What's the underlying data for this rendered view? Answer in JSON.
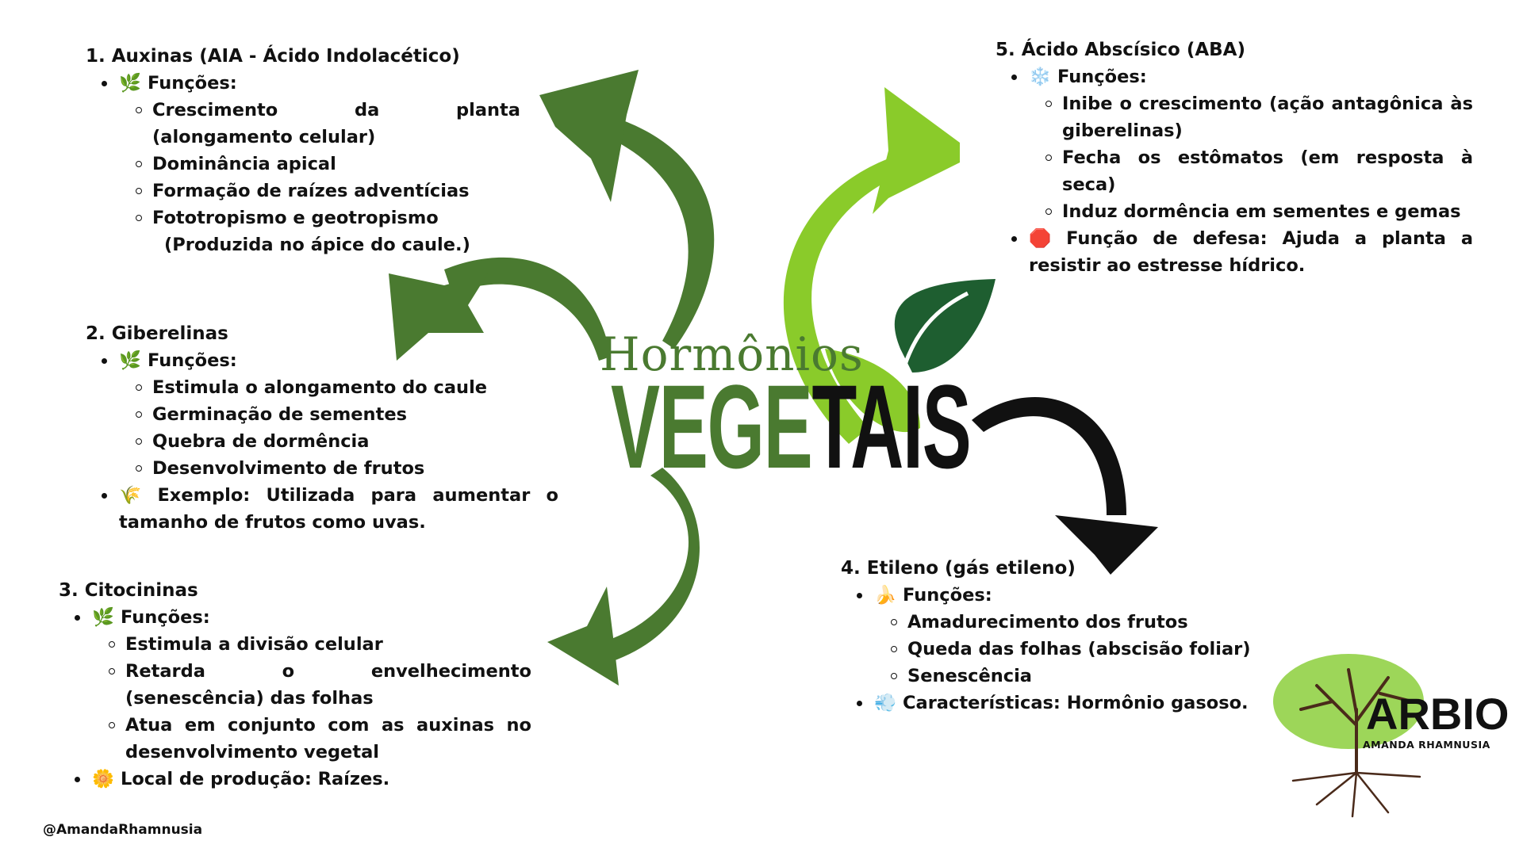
{
  "title": {
    "line1": "Hormônios",
    "line2_green": "VEGE",
    "line2_black": "TAIS"
  },
  "colors": {
    "dark_green": "#4a7a30",
    "light_green": "#8acb2a",
    "leaf_green": "#1e5e30",
    "black": "#111111"
  },
  "blocks": {
    "auxinas": {
      "heading": "1. Auxinas (AIA - Ácido Indolacético)",
      "functions_label": "Funções:",
      "functions_icon": "🌿",
      "items": [
        "Crescimento da planta (alongamento celular)",
        "Dominância apical",
        "Formação de raízes adventícias",
        "Fototropismo e geotropismo"
      ],
      "note": "(Produzida no ápice do caule.)"
    },
    "giberelinas": {
      "heading": "2. Giberelinas",
      "functions_label": "Funções:",
      "functions_icon": "🌿",
      "items": [
        "Estimula o alongamento do caule",
        "Germinação de sementes",
        "Quebra de dormência",
        "Desenvolvimento de frutos"
      ],
      "example_icon": "🌾",
      "example": "Exemplo: Utilizada para aumentar o tamanho de frutos como uvas."
    },
    "citocininas": {
      "heading": "3. Citocininas",
      "functions_label": "Funções:",
      "functions_icon": "🌿",
      "items": [
        "Estimula a divisão celular",
        "Retarda o envelhecimento (senescência) das folhas",
        "Atua em conjunto com as auxinas no desenvolvimento vegetal"
      ],
      "local_icon": "🌼",
      "local": "Local de produção: Raízes."
    },
    "etileno": {
      "heading": "4. Etileno (gás etileno)",
      "functions_label": "Funções:",
      "functions_icon": "🍌",
      "items": [
        "Amadurecimento dos frutos",
        "Queda das folhas (abscisão foliar)",
        "Senescência"
      ],
      "char_icon": "💨",
      "characteristics": "Características: Hormônio gasoso."
    },
    "aba": {
      "heading": "5. Ácido Abscísico (ABA)",
      "functions_label": "Funções:",
      "functions_icon": "❄️",
      "items": [
        "Inibe o crescimento (ação antagônica às giberelinas)",
        "Fecha os estômatos (em resposta à seca)",
        "Induz dormência em sementes e gemas"
      ],
      "defense_icon": "🛑",
      "defense": "Função de defesa: Ajuda a planta a resistir ao estresse hídrico."
    }
  },
  "footer": {
    "handle": "@AmandaRhamnusia"
  },
  "logo": {
    "name": "ARBIO",
    "subtitle": "AMANDA RHAMNUSIA"
  }
}
